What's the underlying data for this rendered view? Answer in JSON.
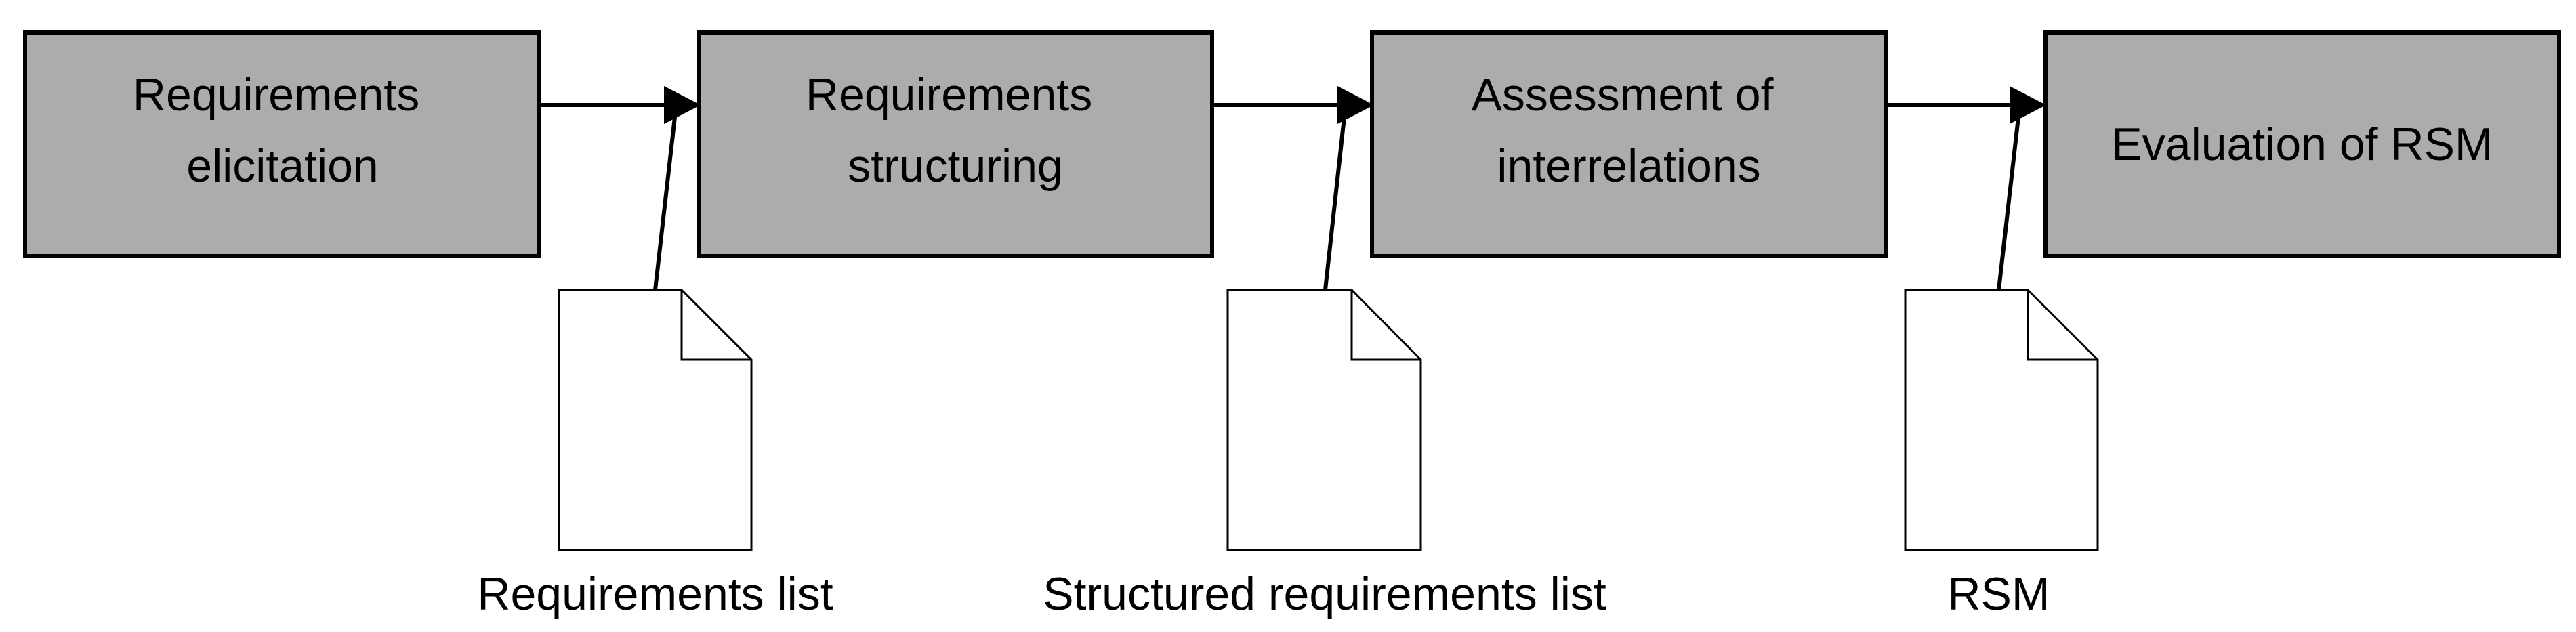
{
  "steps": [
    {
      "lines": [
        "Requirements",
        "elicitation"
      ]
    },
    {
      "lines": [
        "Requirements",
        "structuring"
      ]
    },
    {
      "lines": [
        "Assessment of",
        "interrelations"
      ]
    },
    {
      "lines": [
        "Evaluation of RSM"
      ]
    }
  ],
  "documents": [
    {
      "label": "Requirements list"
    },
    {
      "label": "Structured requirements list"
    },
    {
      "label": "RSM"
    }
  ],
  "colors": {
    "box_fill": "#acacac",
    "stroke": "#000000",
    "document_fill": "#ffffff"
  }
}
